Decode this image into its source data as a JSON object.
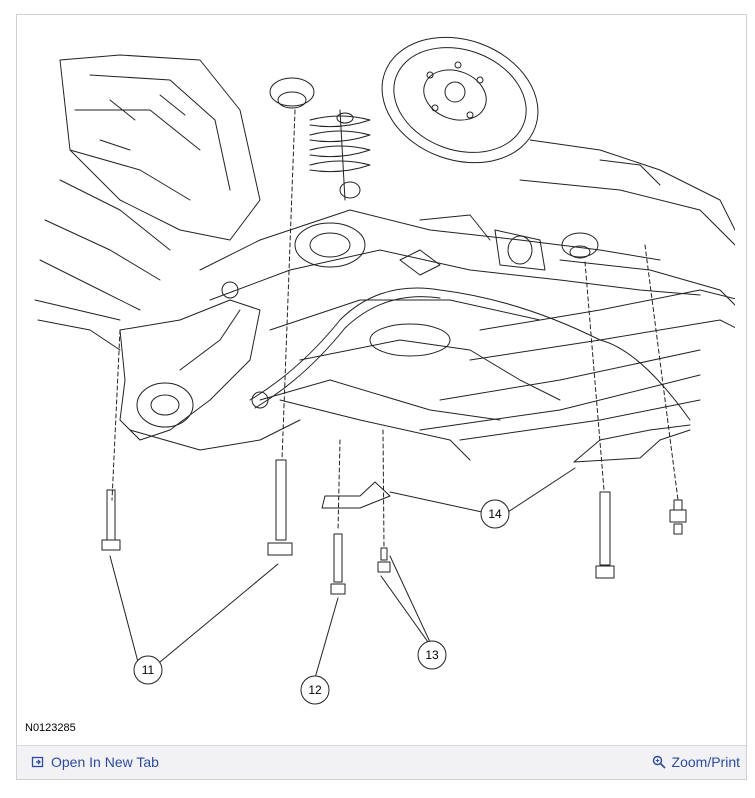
{
  "figure": {
    "id": "N0123285",
    "callouts": [
      {
        "key": "c11",
        "label": "11"
      },
      {
        "key": "c12",
        "label": "12"
      },
      {
        "key": "c13",
        "label": "13"
      },
      {
        "key": "c14",
        "label": "14"
      }
    ]
  },
  "toolbar": {
    "open_tab_label": "Open In New Tab",
    "zoom_label": "Zoom/Print",
    "open_tab_icon": "open-new-tab-icon",
    "zoom_icon": "magnifier-icon",
    "link_color": "#2a4aa8"
  }
}
